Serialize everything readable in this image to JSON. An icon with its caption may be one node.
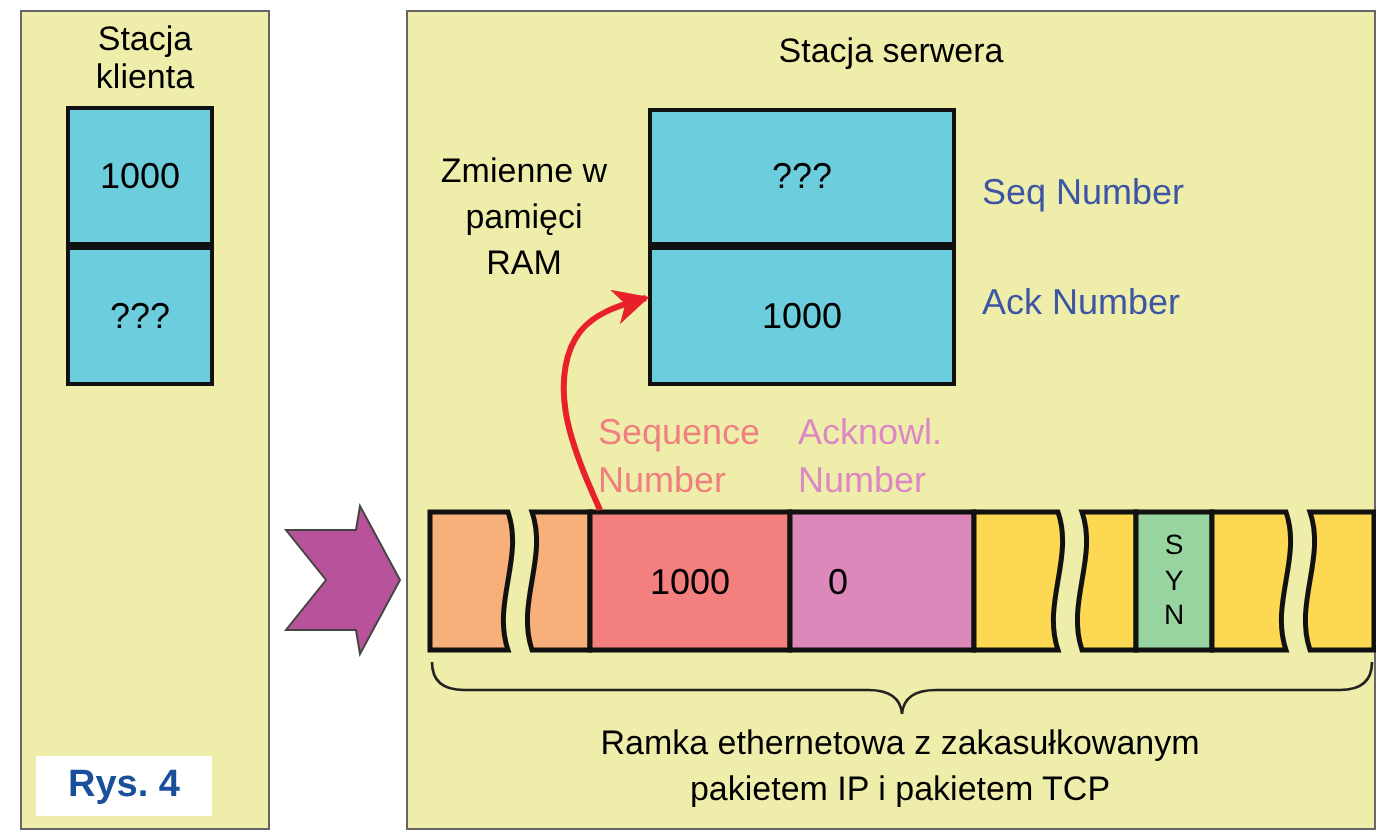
{
  "diagram": {
    "nodes": [
      {
        "text": [
          "Stacja klienta"
        ]
      },
      {
        "text": [
          "1000"
        ],
        "in": 0
      },
      {
        "text": [
          "???"
        ],
        "in": 0
      },
      {
        "text": [
          "Stacja serwera"
        ]
      },
      {
        "text": [
          "???"
        ],
        "in": 3,
        "beside": [
          "Seq Number"
        ]
      },
      {
        "text": [
          "1000"
        ],
        "in": 3,
        "beside": [
          "Ack Number"
        ]
      },
      {
        "text": [],
        "shape": "box",
        "in": 3
      },
      {
        "text": [],
        "shape": "box",
        "in": 3
      },
      {
        "text": [
          "1000"
        ],
        "in": 3,
        "beside": [
          "Sequence Number"
        ]
      },
      {
        "text": [
          "0"
        ],
        "in": 3,
        "beside": [
          "Acknowl. Number"
        ]
      },
      {
        "text": [],
        "shape": "box",
        "in": 3
      },
      {
        "text": [],
        "shape": "box",
        "in": 3
      },
      {
        "text": [
          "SYN"
        ],
        "in": 3
      },
      {
        "text": [],
        "shape": "box",
        "in": 3
      },
      {
        "text": [],
        "shape": "box",
        "in": 3
      }
    ],
    "edges": [
      {
        "from": 0,
        "to": 3,
        "arrow": "to",
        "style": "thick"
      },
      {
        "from": 8,
        "to": 5,
        "arrow": "to",
        "color": "#e8202a"
      }
    ],
    "labels": [
      "Zmienne w pamięci RAM",
      "Ramka ethernetowa z zakasułkowanym pakietem IP i pakietem TCP",
      "Rys. 4"
    ]
  }
}
